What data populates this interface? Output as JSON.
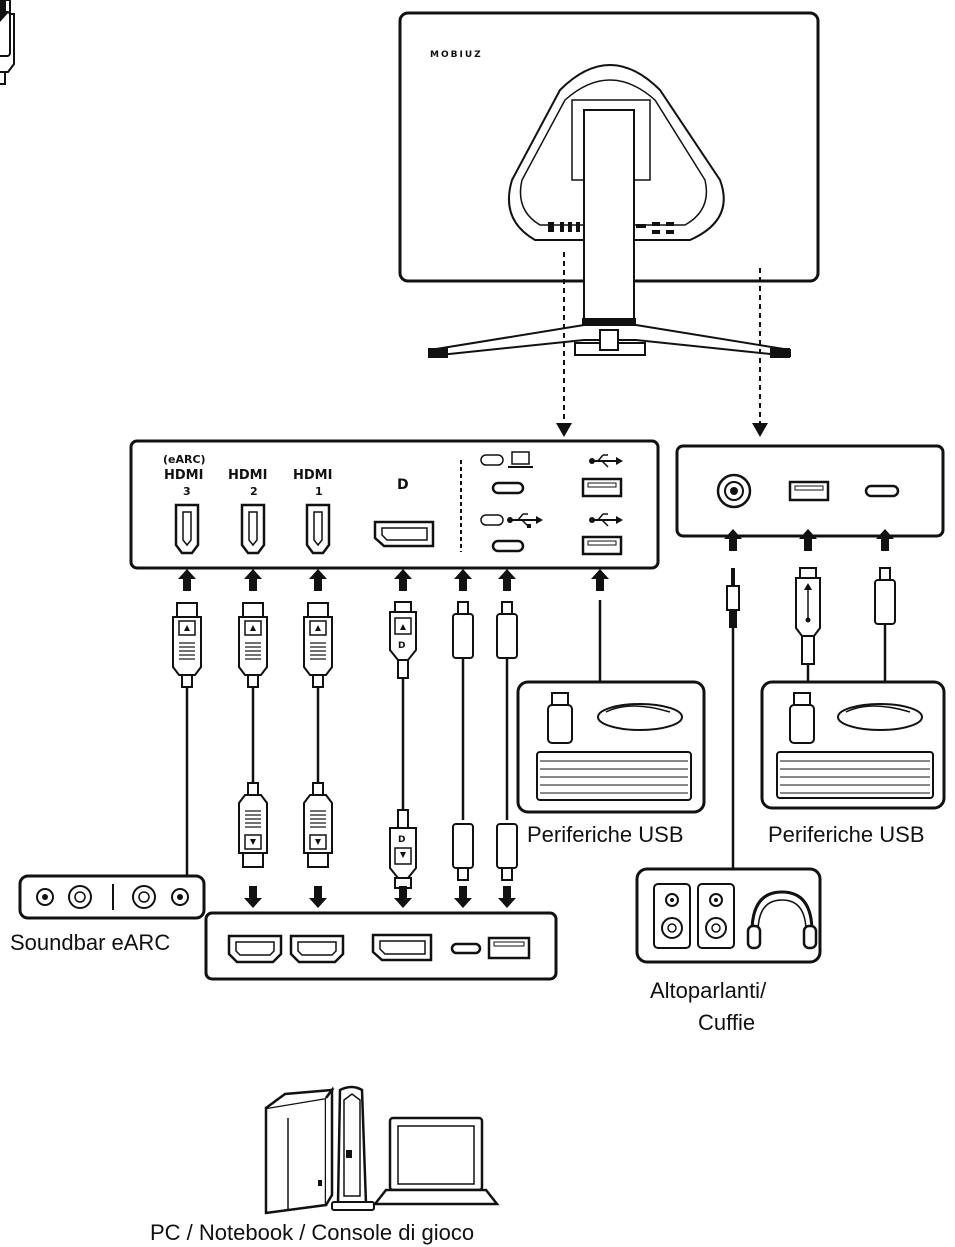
{
  "brand": "MOBIUZ",
  "ports_panel": {
    "earc_label": "(eARC)",
    "hdmi_label": "HDMI",
    "hdmi_numbers": [
      "3",
      "2",
      "1"
    ]
  },
  "labels": {
    "soundbar": "Soundbar eARC",
    "usb_peripherals_left": "Periferiche USB",
    "usb_peripherals_right": "Periferiche USB",
    "speakers_line1": "Altoparlanti/",
    "speakers_line2": "Cuffie",
    "sources": "PC / Notebook / Console di gioco"
  },
  "icons": [
    "monitor-back-icon",
    "hdmi-port-icon",
    "displayport-icon",
    "usb-c-icon",
    "usb-a-icon",
    "laptop-icon",
    "usb-symbol-icon",
    "audio-jack-icon",
    "usb-stick-icon",
    "mouse-icon",
    "keyboard-icon",
    "speaker-icon",
    "headphones-icon",
    "console-icon",
    "arrow-icon"
  ]
}
